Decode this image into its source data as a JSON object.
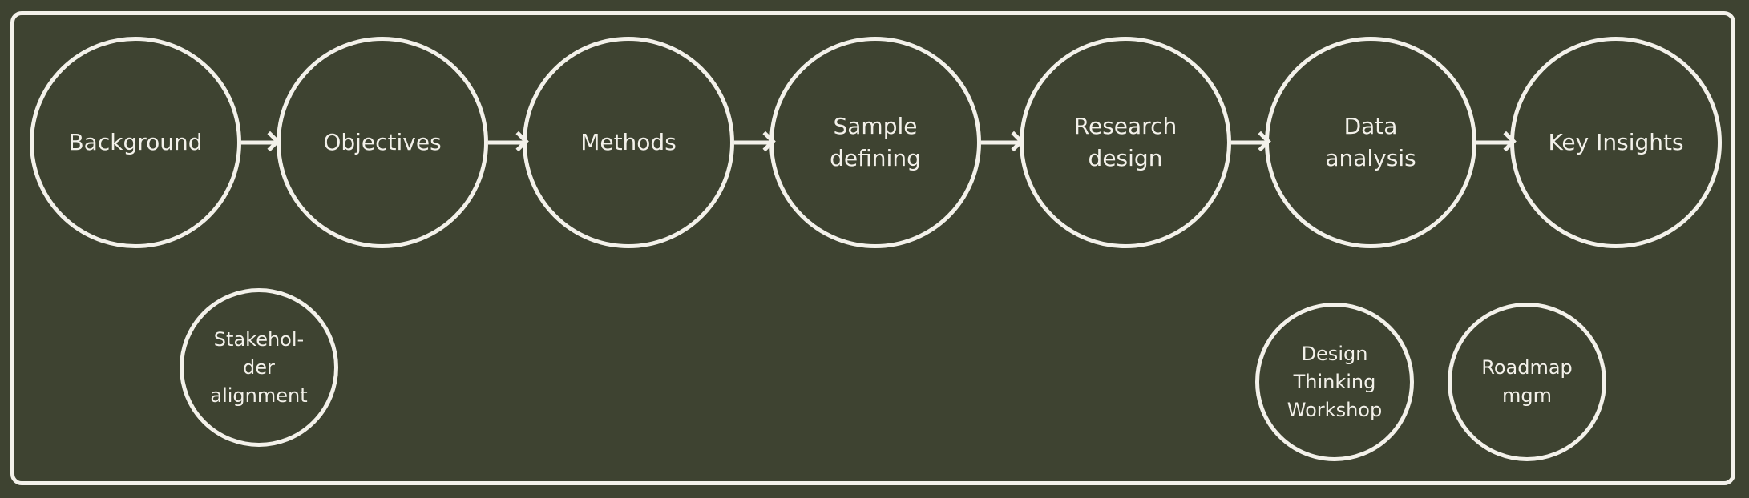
{
  "diagram": {
    "steps": [
      {
        "label": "Background"
      },
      {
        "label": "Objectives"
      },
      {
        "label": "Methods"
      },
      {
        "label": "Sample\ndefining"
      },
      {
        "label": "Research\ndesign"
      },
      {
        "label": "Data\nanalysis"
      },
      {
        "label": "Key Insights"
      }
    ],
    "sub_nodes": [
      {
        "label": "Stakehol-\nder\nalignment"
      },
      {
        "label": "Design\nThinking\nWorkshop"
      },
      {
        "label": "Roadmap\nmgm"
      }
    ],
    "colors": {
      "background": "#3e4331",
      "stroke": "#f3f1ea",
      "text": "#f3f1ea"
    }
  }
}
